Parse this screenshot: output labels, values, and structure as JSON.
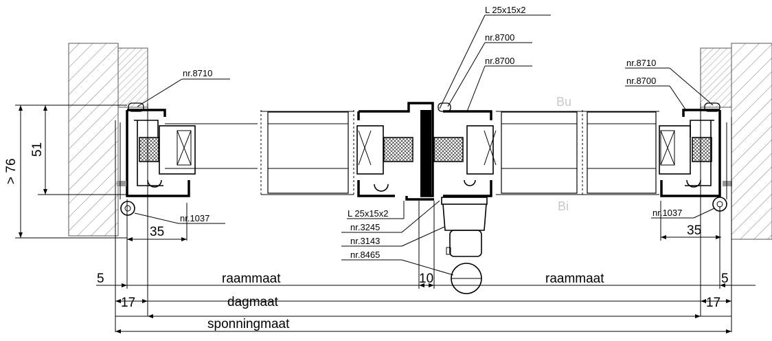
{
  "labels": {
    "angle_top": "L 25x15x2",
    "nr8700_a": "nr.8700",
    "nr8700_b": "nr.8700",
    "nr8710_left": "nr.8710",
    "nr8710_right": "nr.8710",
    "nr8700_right": "nr.8700",
    "nr1037_left": "nr.1037",
    "nr1037_right": "nr.1037",
    "angle_bottom": "L 25x15x2",
    "nr3245": "nr.3245",
    "nr3143": "nr.3143",
    "nr8465": "nr.8465"
  },
  "sides": {
    "outside": "Bu",
    "inside": "Bi"
  },
  "dimensions": {
    "depth_total": "> 76",
    "depth_frame": "51",
    "offset_left": "35",
    "offset_right": "35",
    "gap_left": "5",
    "gap_right": "5",
    "rebate_left": "17",
    "rebate_right": "17",
    "center_gap": "10",
    "frame_size_left": "raammaat",
    "frame_size_right": "raammaat",
    "daylight_size": "dagmaat",
    "rebate_size": "sponningmaat"
  }
}
